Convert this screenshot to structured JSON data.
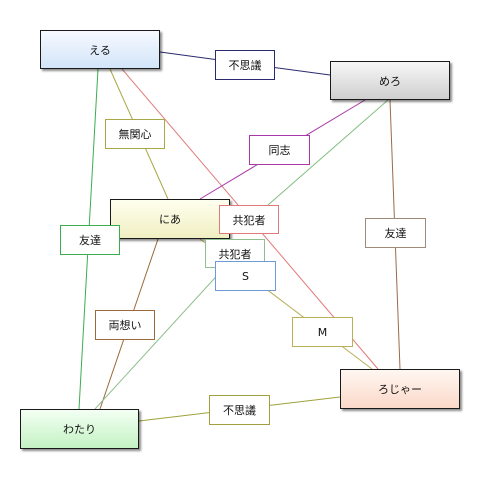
{
  "nodes": {
    "eru": "える",
    "mero": "めろ",
    "nia": "にあ",
    "roja": "ろじゃー",
    "watari": "わたり"
  },
  "edge_labels": {
    "fushigi_1": "不思議",
    "mukanshin": "無関心",
    "doushi": "同志",
    "kyohan_1": "共犯者",
    "tomo_1": "友達",
    "tomo_2": "友達",
    "kyohan_2": "共犯者",
    "s": "S",
    "ryouomoi": "両想い",
    "m": "M",
    "fushigi_2": "不思議"
  },
  "edge_colors": {
    "eru_mero": "#2a2a6e",
    "eru_nia": "#a8a847",
    "eru_watari": "#3cad4f",
    "eru_roja": "#e07a7a",
    "mero_nia": "#a838a8",
    "mero_nia_green": "#7fbf7f",
    "mero_roja": "#9a6a4a",
    "nia_watari": "#9a6a3a",
    "nia_roja": "#bbb05a",
    "watari_s": "#8fbf8f",
    "watari_roja": "#a0a03c"
  }
}
